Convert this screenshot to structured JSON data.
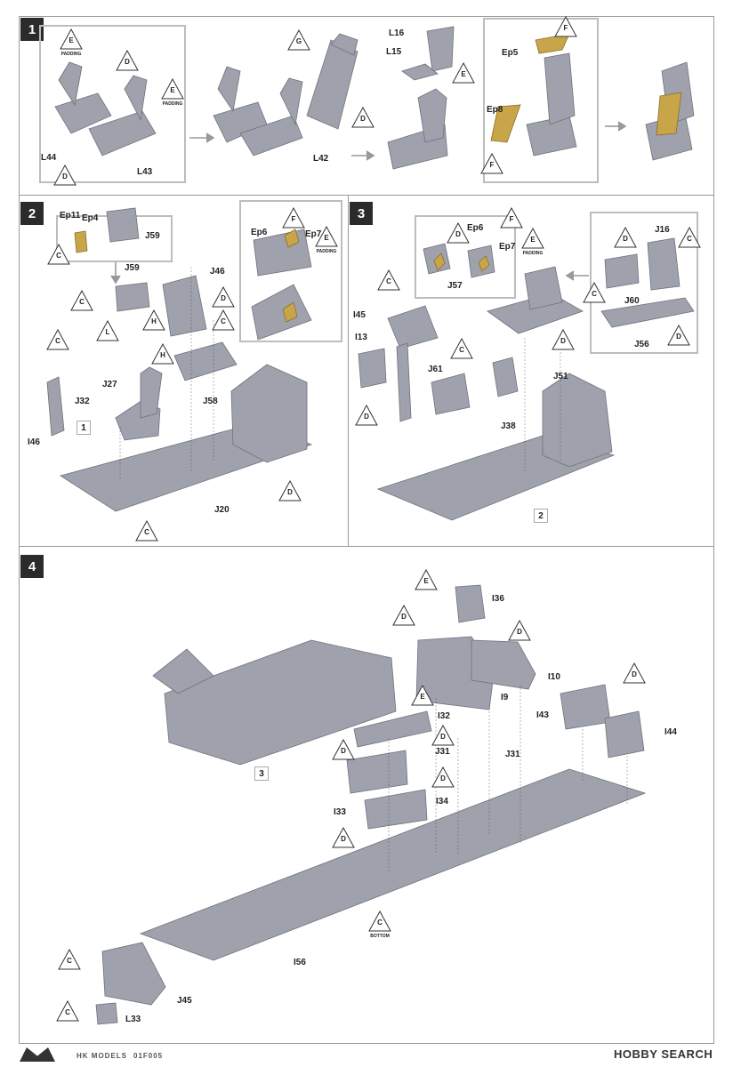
{
  "steps": [
    "1",
    "2",
    "3",
    "4"
  ],
  "step1": {
    "callouts": [
      {
        "letter": "E",
        "sub": "PADDING"
      },
      {
        "letter": "D",
        "sub": ""
      },
      {
        "letter": "E",
        "sub": "PADDING"
      },
      {
        "letter": "D",
        "sub": ""
      },
      {
        "letter": "G",
        "sub": ""
      },
      {
        "letter": "D",
        "sub": ""
      },
      {
        "letter": "E",
        "sub": ""
      },
      {
        "letter": "F",
        "sub": ""
      },
      {
        "letter": "F",
        "sub": ""
      }
    ],
    "parts": [
      "L44",
      "L43",
      "L42",
      "L16",
      "L15",
      "Ep5",
      "Ep8"
    ]
  },
  "step2": {
    "callouts": [
      {
        "letter": "C"
      },
      {
        "letter": "F"
      },
      {
        "letter": "E",
        "sub": "PADDING"
      },
      {
        "letter": "C"
      },
      {
        "letter": "D"
      },
      {
        "letter": "C"
      },
      {
        "letter": "H"
      },
      {
        "letter": "L"
      },
      {
        "letter": "C"
      },
      {
        "letter": "H"
      },
      {
        "letter": "D"
      },
      {
        "letter": "C"
      }
    ],
    "parts": [
      "Ep11",
      "Ep4",
      "J59",
      "J59",
      "J46",
      "Ep6",
      "Ep7",
      "J32",
      "J27",
      "J58",
      "I46",
      "J20"
    ],
    "ref": "1"
  },
  "step3": {
    "callouts": [
      {
        "letter": "D"
      },
      {
        "letter": "F"
      },
      {
        "letter": "E",
        "sub": "PADDING"
      },
      {
        "letter": "D"
      },
      {
        "letter": "C"
      },
      {
        "letter": "C"
      },
      {
        "letter": "C"
      },
      {
        "letter": "C"
      },
      {
        "letter": "D"
      },
      {
        "letter": "D"
      },
      {
        "letter": "D"
      }
    ],
    "parts": [
      "Ep6",
      "Ep7",
      "J57",
      "J16",
      "J60",
      "J56",
      "I45",
      "I13",
      "J61",
      "J51",
      "J38"
    ],
    "ref": "2"
  },
  "step4": {
    "callouts": [
      {
        "letter": "E"
      },
      {
        "letter": "D"
      },
      {
        "letter": "D"
      },
      {
        "letter": "D"
      },
      {
        "letter": "E"
      },
      {
        "letter": "D"
      },
      {
        "letter": "D"
      },
      {
        "letter": "D"
      },
      {
        "letter": "D"
      },
      {
        "letter": "C",
        "sub": "BOTTOM"
      },
      {
        "letter": "C"
      },
      {
        "letter": "C"
      }
    ],
    "parts": [
      "I36",
      "I10",
      "I9",
      "I43",
      "I44",
      "I32",
      "J31",
      "J31",
      "I33",
      "I34",
      "I56",
      "J45",
      "L33"
    ],
    "ref": "3"
  },
  "footer": {
    "brand": "HK MODELS",
    "code": "01F005",
    "watermark": "HOBBY SEARCH"
  },
  "colors": {
    "part": "#9fa2ad",
    "part_dark": "#7c808b",
    "belt": "#c9a54a",
    "frame": "#9a9a9a"
  }
}
